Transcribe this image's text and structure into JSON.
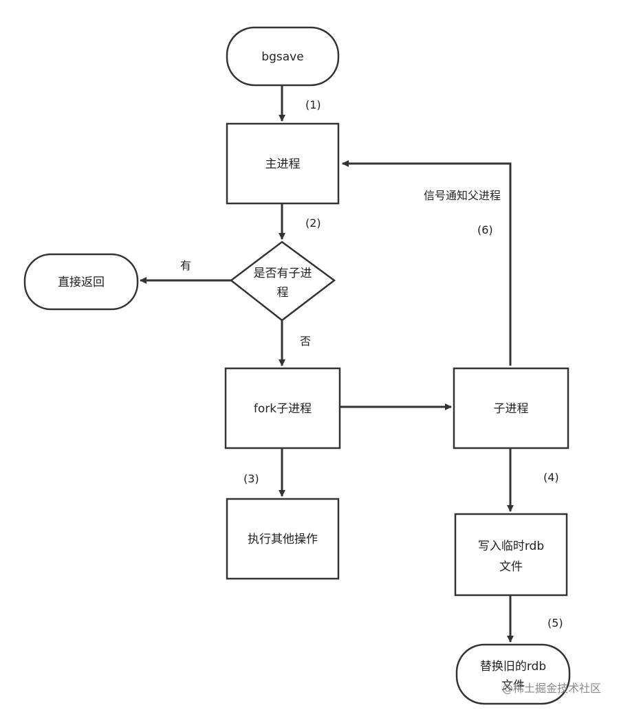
{
  "nodes": {
    "bgsave": "bgsave",
    "main_process": "主进程",
    "has_child_line1": "是否有子进",
    "has_child_line2": "程",
    "return_directly": "直接返回",
    "fork_child": "fork子进程",
    "child_process": "子进程",
    "other_ops": "执行其他操作",
    "write_tmp_line1": "写入临时rdb",
    "write_tmp_line2": "文件",
    "replace_old_line1": "替换旧的rdb",
    "replace_old_line2": "文件"
  },
  "edges": {
    "step1": "(1)",
    "step2": "(2)",
    "step3": "(3)",
    "step4": "(4)",
    "step5": "(5)",
    "step6": "(6)",
    "yes": "有",
    "no": "否",
    "signal_parent": "信号通知父进程"
  },
  "watermark": "@稀土掘金技术社区",
  "colors": {
    "stroke": "#333333",
    "text": "#222222",
    "watermark": "#8a8a8a"
  }
}
